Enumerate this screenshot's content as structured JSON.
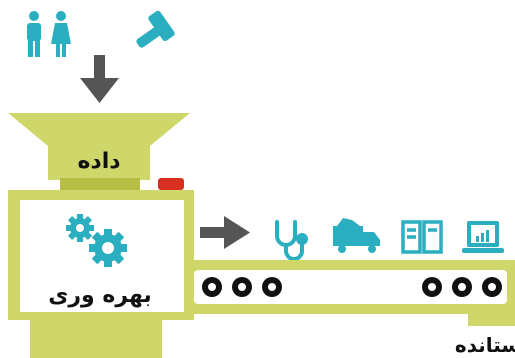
{
  "labels": {
    "input": "داده",
    "process": "بهره وری",
    "output": "ستانده"
  },
  "inputs": [
    {
      "icon": "people-icon"
    },
    {
      "icon": "hammer-icon"
    }
  ],
  "outputs": [
    {
      "icon": "stethoscope-icon"
    },
    {
      "icon": "truck-icon"
    },
    {
      "icon": "book-icon"
    },
    {
      "icon": "laptop-icon"
    }
  ],
  "colors": {
    "lime": "#cfd66a",
    "lime_dark": "#b8bf46",
    "teal": "#2aaec0",
    "arrow": "#555555",
    "black": "#111111",
    "red_button": "#d83020"
  }
}
